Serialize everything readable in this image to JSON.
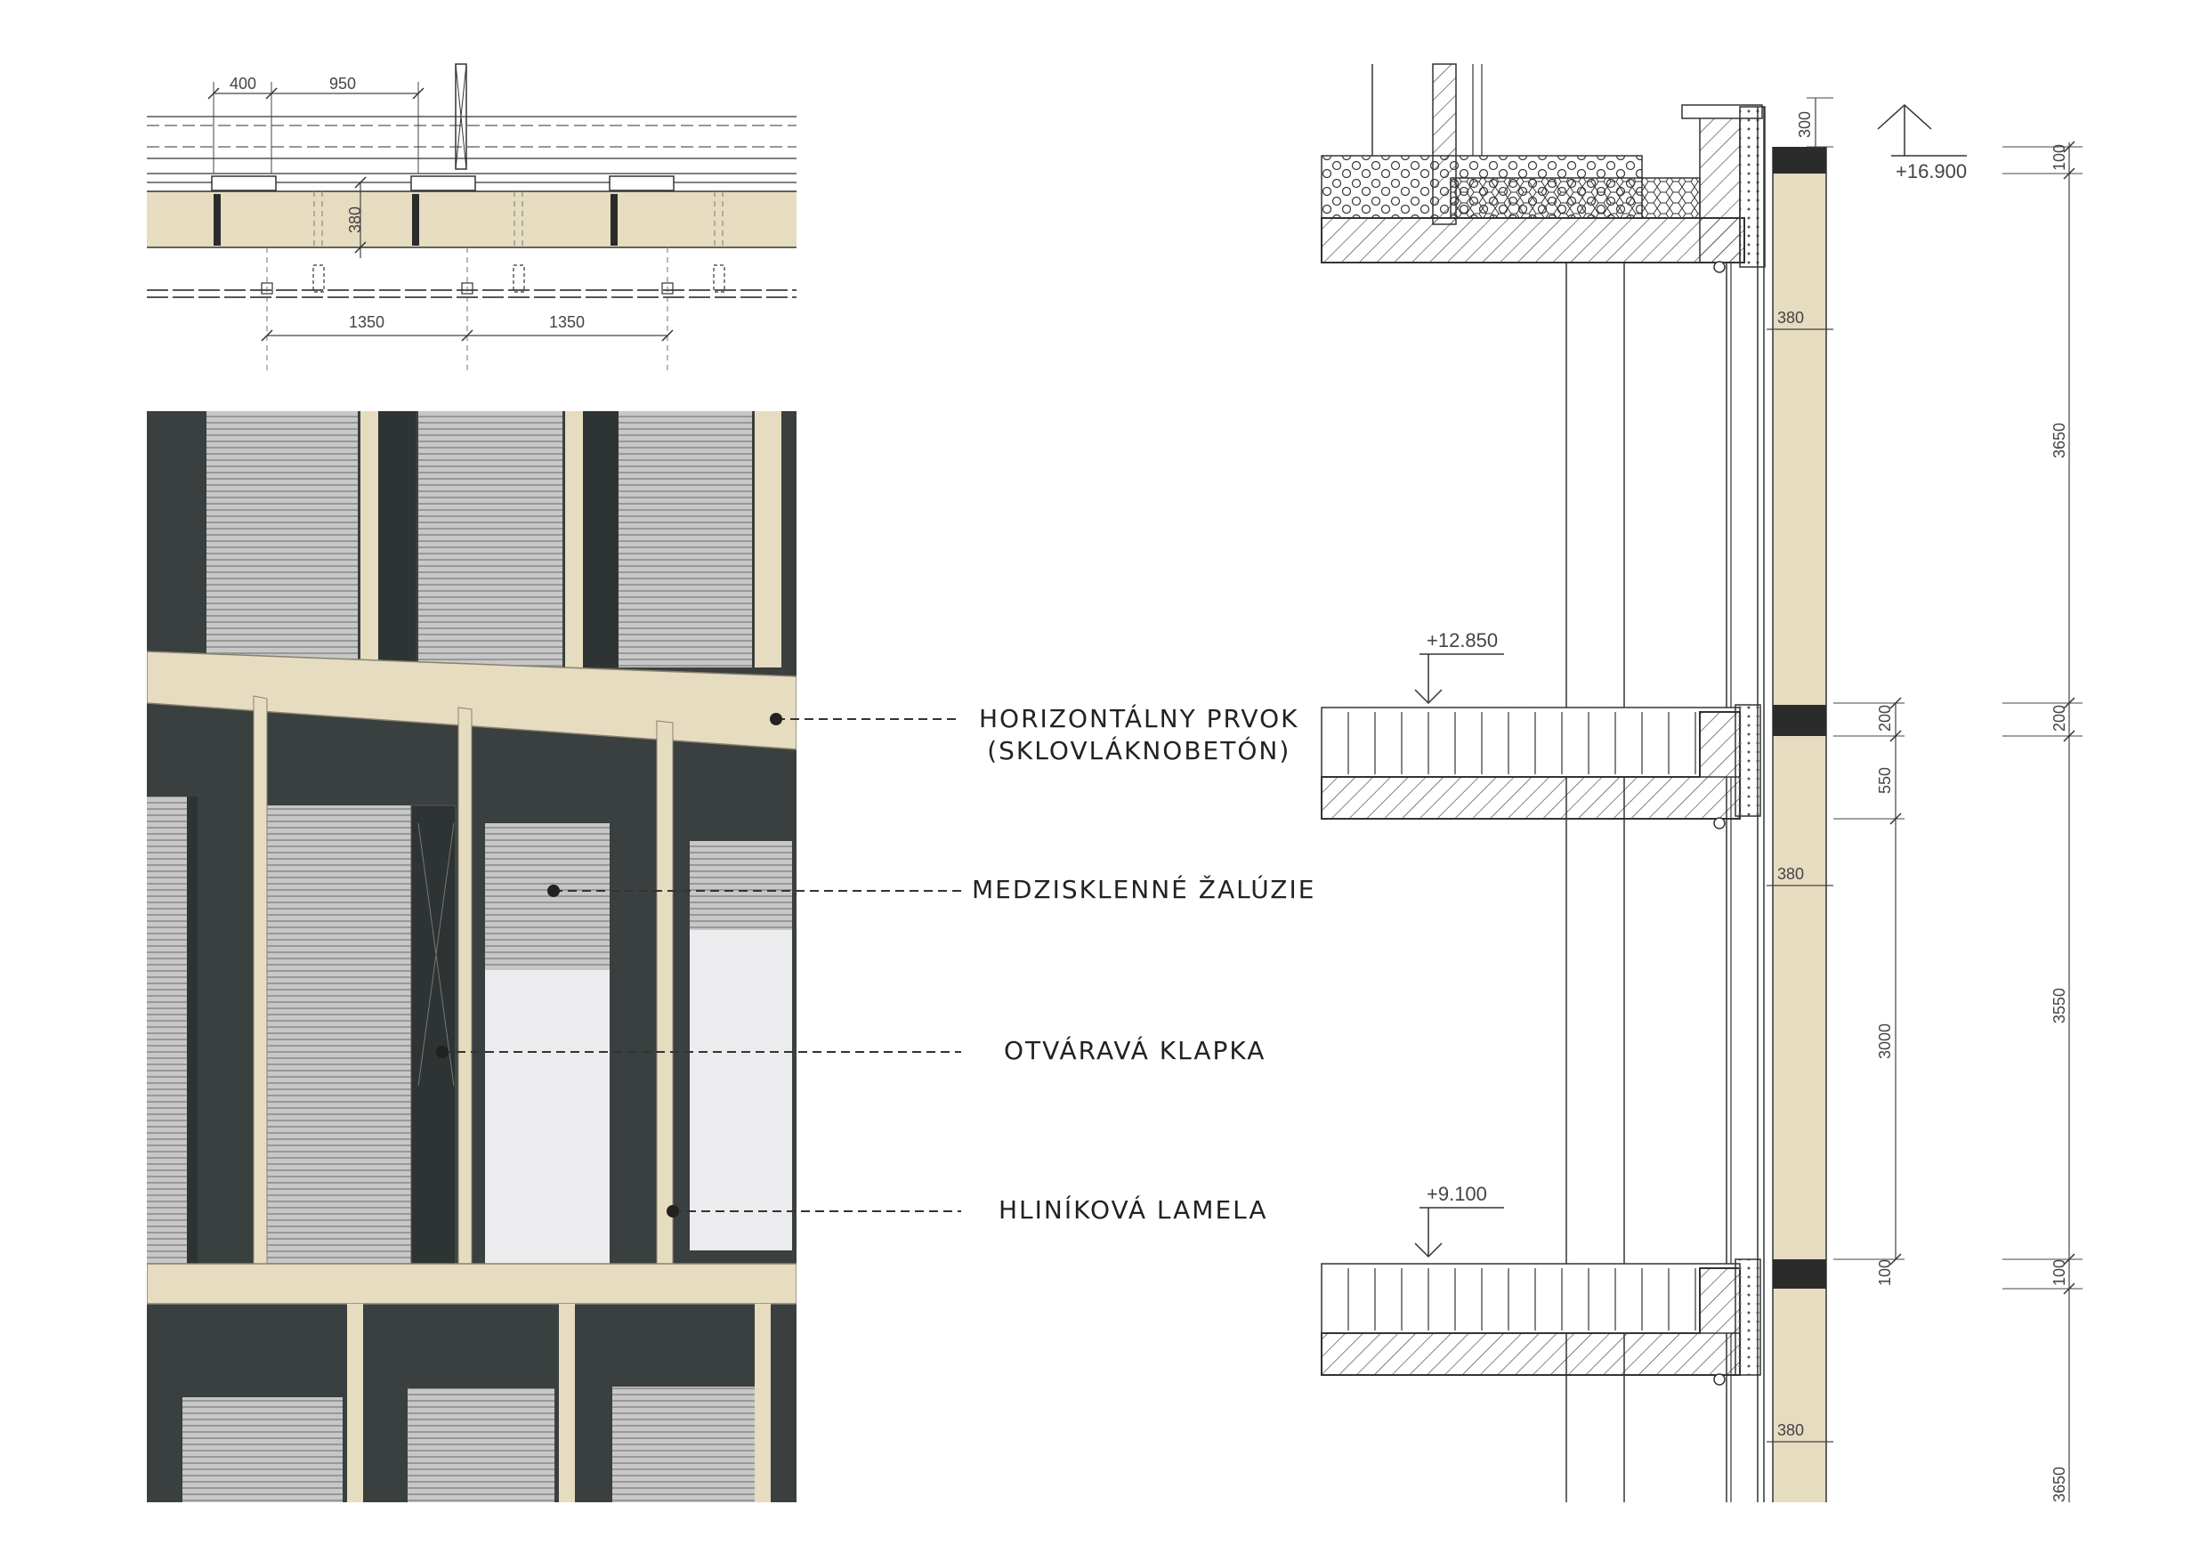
{
  "plan": {
    "dims_top": [
      "400",
      "950"
    ],
    "dim_depth": "380",
    "dims_bottom": [
      "1350",
      "1350"
    ]
  },
  "labels": [
    {
      "line1": "HORIZONTÁLNY PRVOK",
      "line2": "(SKLOVLÁKNOBETÓN)"
    },
    {
      "line1": "MEDZISKLENNÉ ŽALÚZIE"
    },
    {
      "line1": "OTVÁRAVÁ KLAPKA"
    },
    {
      "line1": "HLINÍKOVÁ LAMELA"
    }
  ],
  "section": {
    "levels": [
      "+16.900",
      "+12.850",
      "+9.100"
    ],
    "panel_depths": [
      "380",
      "380",
      "380"
    ],
    "dims_right_outer": [
      "100",
      "3650",
      "200",
      "3550",
      "100",
      "3650"
    ],
    "dims_right_inner": [
      "300",
      "200",
      "550",
      "3000",
      "100"
    ]
  },
  "colors": {
    "concrete_panel": "#e6dcc0",
    "dark_panel": "#3a3f3f",
    "blind": "#bdbdbd",
    "glass_light": "#ececef"
  }
}
